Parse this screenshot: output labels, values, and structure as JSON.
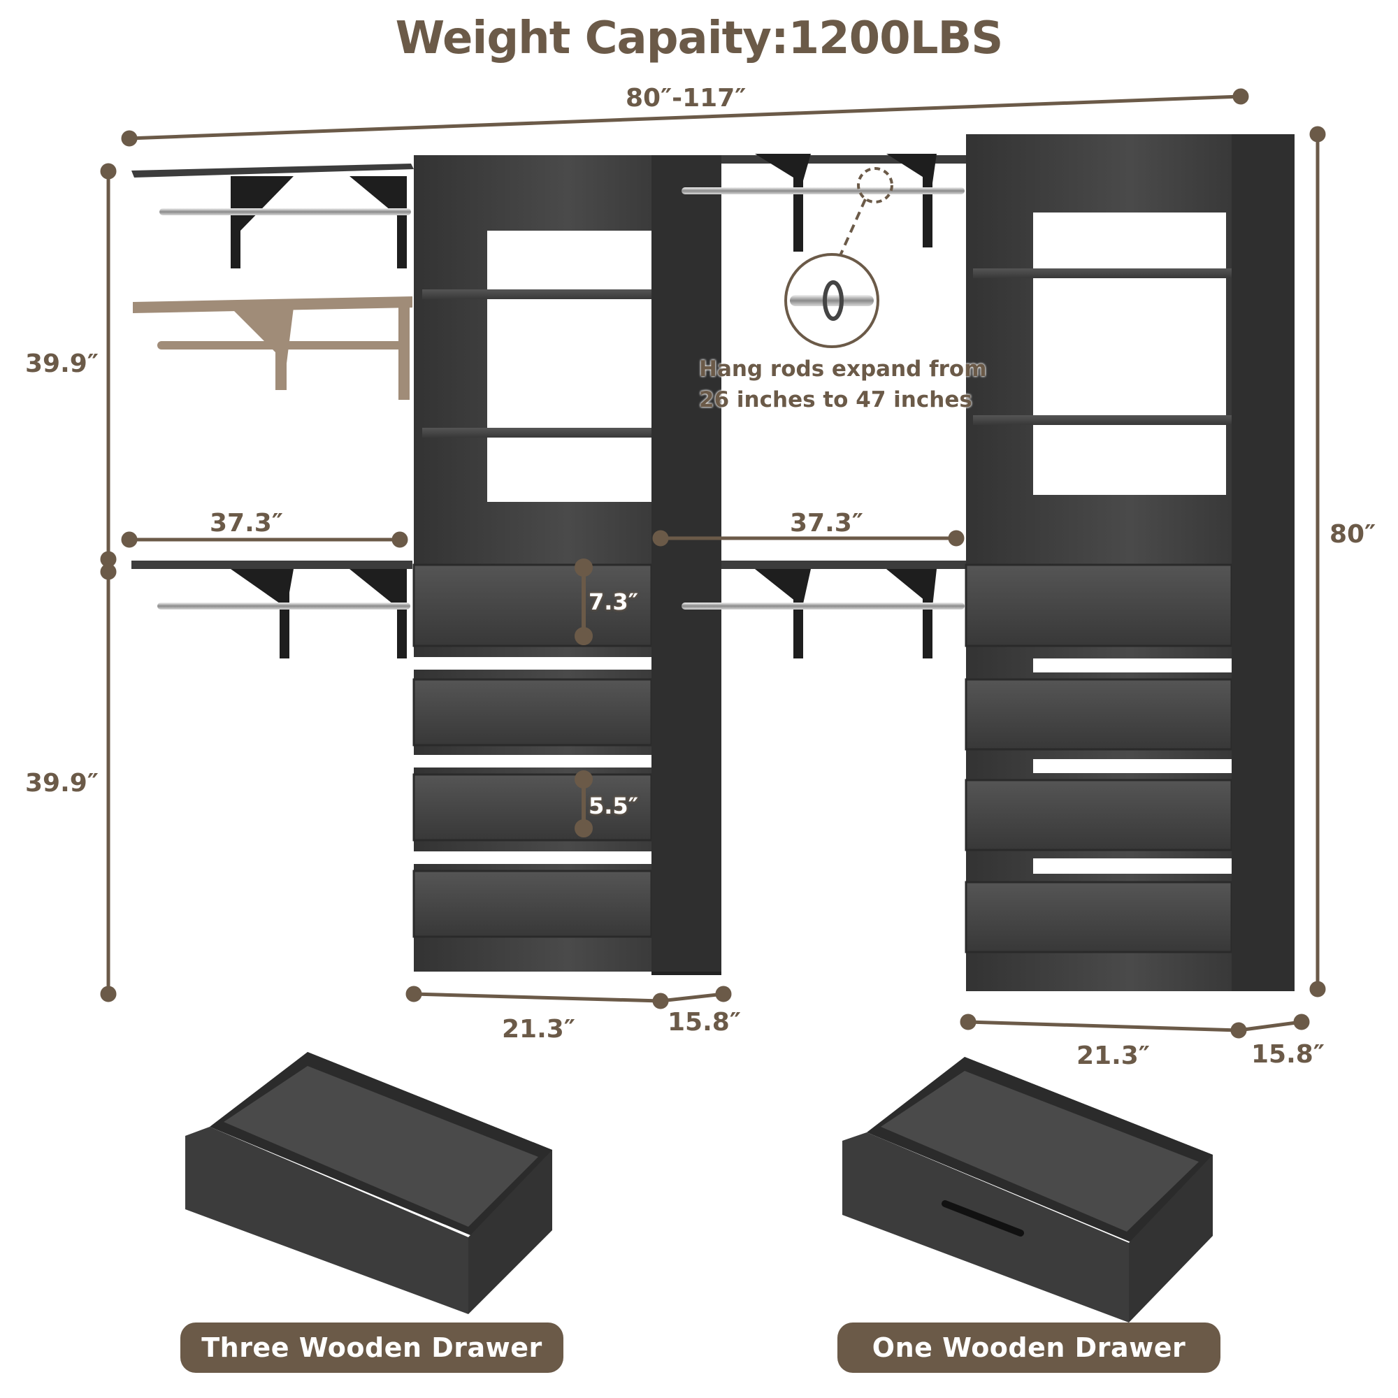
{
  "title": "Weight Capaity:1200LBS",
  "dimensions": {
    "overall_width": "80″-117″",
    "upper_height": "39.9″",
    "lower_height": "39.9″",
    "total_height": "80″",
    "left_rod_width": "37.3″",
    "middle_rod_width": "37.3″",
    "top_drawer_height": "7.3″",
    "lower_drawer_height": "5.5″",
    "left_tower_width": "21.3″",
    "left_tower_depth": "15.8″",
    "right_tower_width": "21.3″",
    "right_tower_depth": "15.8″"
  },
  "note": {
    "line1": "Hang rods expand from",
    "line2": "26 inches to 47 inches"
  },
  "labels": {
    "three_drawer": "Three Wooden Drawer",
    "one_drawer": "One Wooden Drawer"
  },
  "colors": {
    "accent": "#6b5a48",
    "wood_dark": "#3a3a3a",
    "wood_mid": "#4a4a4a",
    "interior": "#ffffff",
    "ghost_shelf": "#a08c78"
  }
}
